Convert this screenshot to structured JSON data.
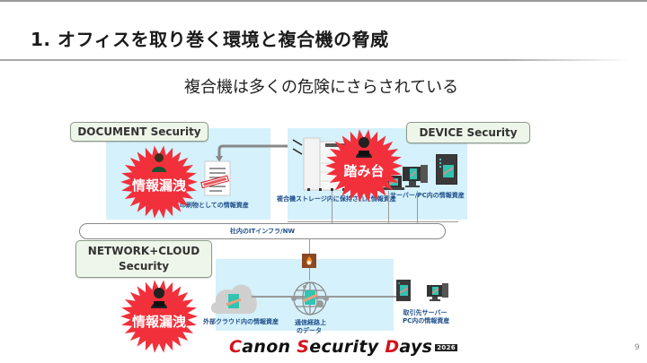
{
  "slide": {
    "title": "1.  オフィスを取り巻く環境と複合機の脅威",
    "subtitle": "複合機は多くの危険にさらされている",
    "page_number": "9"
  },
  "labels": {
    "document_security": "DOCUMENT Security",
    "device_security": "DEVICE Security",
    "network_cloud_line1": "NETWORK+CLOUD",
    "network_cloud_line2": "Security"
  },
  "threats": {
    "leak_top": "情報漏洩",
    "stepping_stone": "踏み台",
    "leak_bottom": "情報漏洩"
  },
  "captions": {
    "printed_assets": "印刷物としての情報資産",
    "mfp_storage": "複合機ストレージ内に保持された情報資産",
    "server_pc": "サーバー/PC内の情報資産",
    "internal_nw": "社内のITインフラ/NW",
    "cloud_assets": "外部クラウド内の情報資産",
    "comm_data_line1": "通信経路上",
    "comm_data_line2": "のデータ",
    "partner_line1": "取引先サーバー",
    "partner_line2": "PC内の情報資産",
    "stamp": "CONFIDENTIAL"
  },
  "footer": {
    "brand_c": "C",
    "brand_anon": "anon ",
    "brand_s": "S",
    "brand_ecurity": "ecurity ",
    "brand_d": "D",
    "brand_ays": "ays",
    "year": "2026"
  },
  "colors": {
    "accent_red": "#d4121a",
    "burst_red": "#f2303c",
    "panel_blue": "#d5f1fb",
    "label_green": "#eef6ea",
    "caption_blue": "#1f4f8a"
  }
}
